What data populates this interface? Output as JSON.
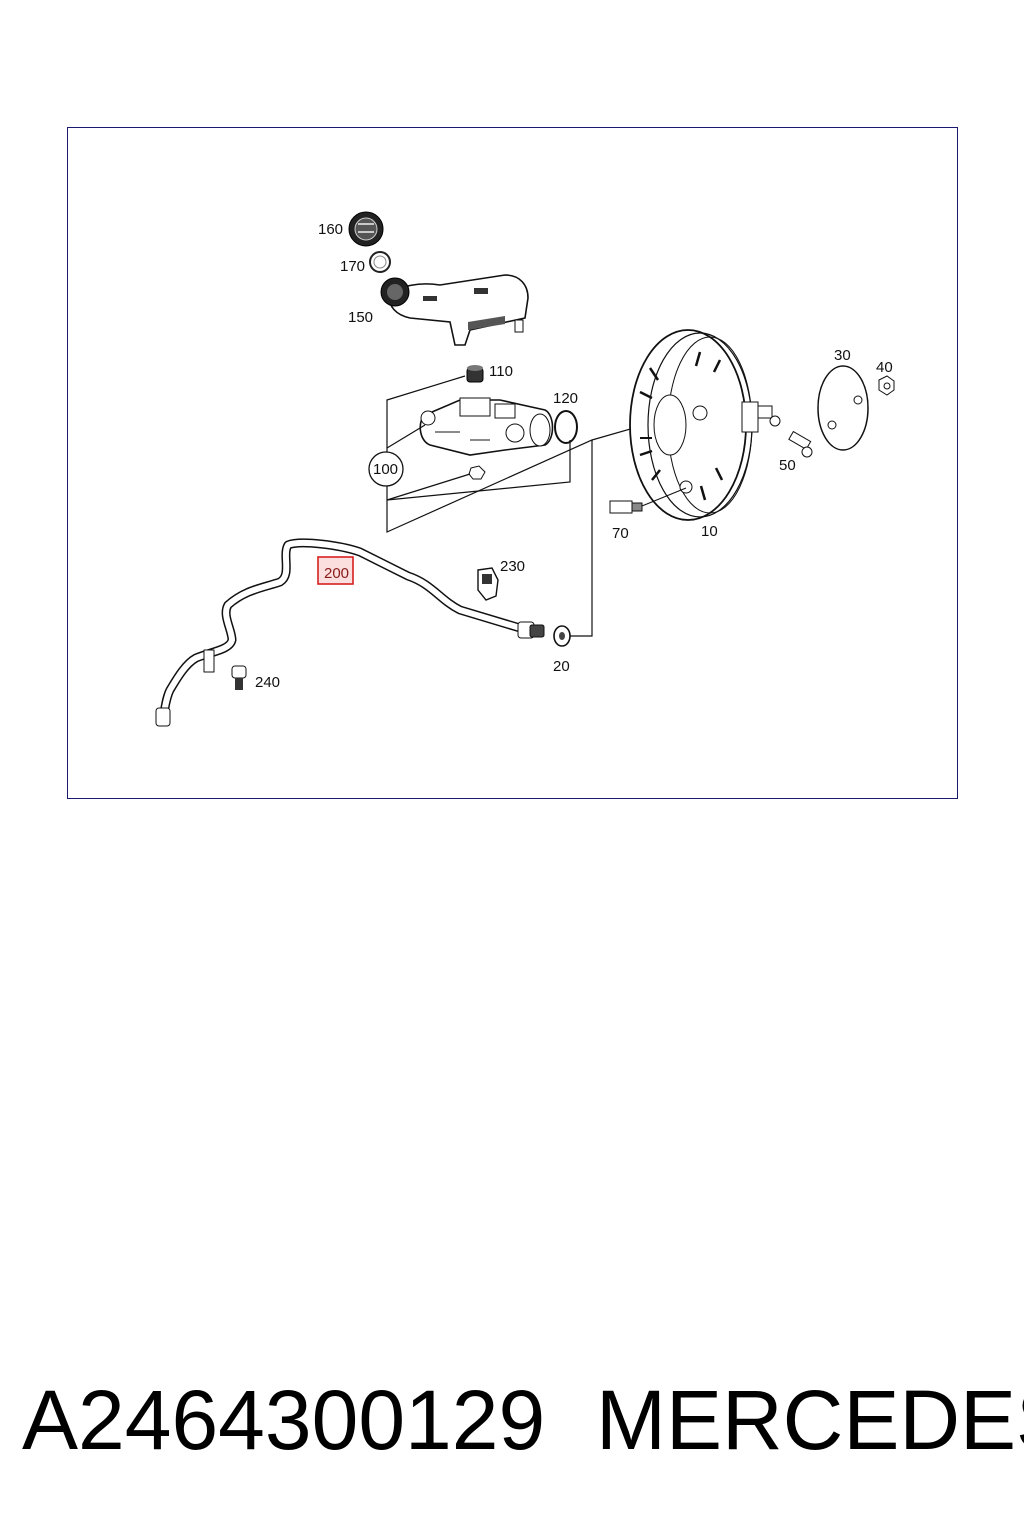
{
  "diagram": {
    "callouts": {
      "c160": "160",
      "c170": "170",
      "c150": "150",
      "c110": "110",
      "c120": "120",
      "c100": "100",
      "c30": "30",
      "c40": "40",
      "c50": "50",
      "c70": "70",
      "c10": "10",
      "c200": "200",
      "c230": "230",
      "c20": "20",
      "c240": "240"
    },
    "highlighted_callout": "200",
    "highlight_color": "#d62020"
  },
  "caption": {
    "part_number": "A2464300129",
    "brand": "MERCEDES"
  }
}
